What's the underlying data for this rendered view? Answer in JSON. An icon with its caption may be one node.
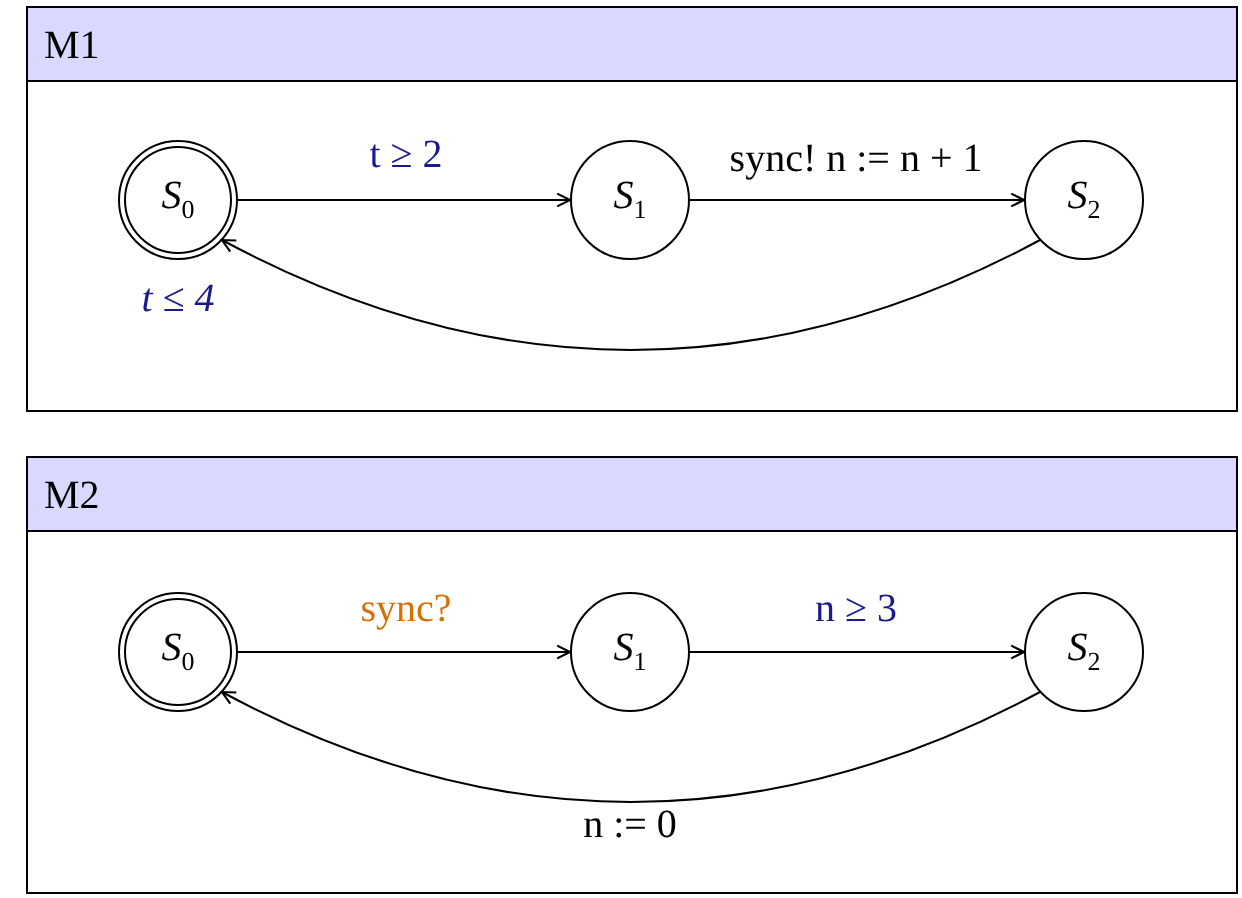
{
  "diagram": {
    "nodes": [
      {
        "text": [
          "M1"
        ]
      },
      {
        "text": [
          "S$_{0}$"
        ],
        "in": 0,
        "beside": [
          "t ≤ 4"
        ]
      },
      {
        "text": [
          "S$_{1}$"
        ],
        "in": 0
      },
      {
        "text": [
          "S$_{2}$"
        ],
        "in": 0
      },
      {
        "text": [
          "M2"
        ]
      },
      {
        "text": [
          "S$_{0}$"
        ],
        "in": 4
      },
      {
        "text": [
          "S$_{1}$"
        ],
        "in": 4
      },
      {
        "text": [
          "S$_{2}$"
        ],
        "in": 4
      }
    ],
    "edges": [
      {
        "from": 1,
        "to": 2,
        "arrow": "to",
        "label": "t ≥ 2"
      },
      {
        "from": 2,
        "to": 3,
        "arrow": "to",
        "label": "sync! n := n + 1"
      },
      {
        "from": 3,
        "to": 1,
        "arrow": "to"
      },
      {
        "from": 5,
        "to": 6,
        "arrow": "to",
        "label": "sync?"
      },
      {
        "from": 6,
        "to": 7,
        "arrow": "to",
        "label": "n ≥ 3"
      },
      {
        "from": 7,
        "to": 5,
        "arrow": "to",
        "label": "n := 0"
      }
    ]
  }
}
